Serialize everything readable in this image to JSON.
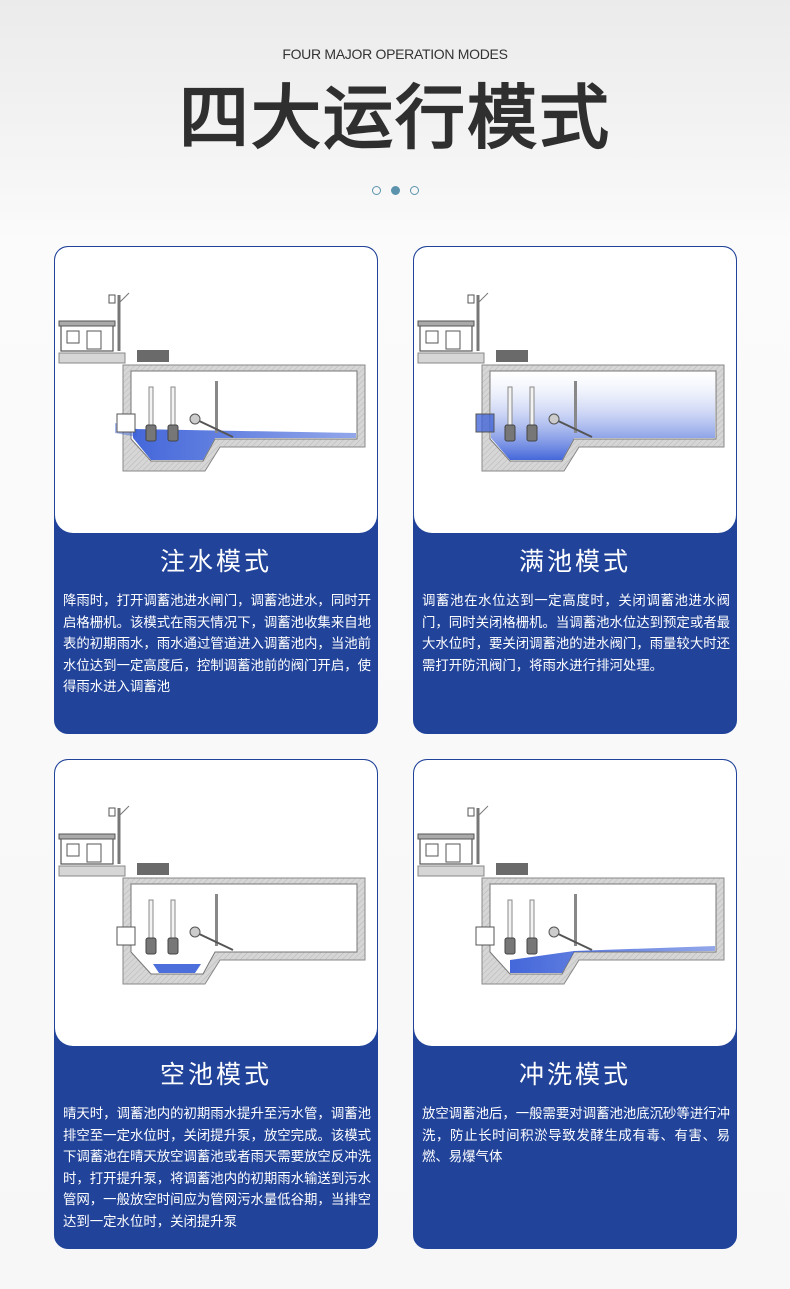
{
  "header": {
    "subtitle": "FOUR MAJOR OPERATION MODES",
    "title": "四大运行模式",
    "pagination": {
      "count": 3,
      "active_index": 1
    }
  },
  "colors": {
    "card_bg": "#21439a",
    "water": "#3a5fd8",
    "accent_dot": "#5b93ad"
  },
  "modes": [
    {
      "title": "注水模式",
      "description": "降雨时，打开调蓄池进水闸门，调蓄池进水，同时开启格栅机。该模式在雨天情况下，调蓄池收集来自地表的初期雨水，雨水通过管道进入调蓄池内，当池前水位达到一定高度后，控制调蓄池前的阀门开启，使得雨水进入调蓄池",
      "water_level": "low"
    },
    {
      "title": "满池模式",
      "description": "调蓄池在水位达到一定高度时，关闭调蓄池进水阀门，同时关闭格栅机。当调蓄池水位达到预定或者最大水位时，要关闭调蓄池的进水阀门，雨量较大时还需打开防汛阀门，将雨水进行排河处理。",
      "water_level": "full"
    },
    {
      "title": "空池模式",
      "description": "晴天时，调蓄池内的初期雨水提升至污水管，调蓄池排空至一定水位时，关闭提升泵，放空完成。该模式下调蓄池在晴天放空调蓄池或者雨天需要放空反冲洗时，打开提升泵，将调蓄池内的初期雨水输送到污水管网，一般放空时间应为管网污水量低谷期，当排空达到一定水位时，关闭提升泵",
      "water_level": "empty"
    },
    {
      "title": "冲洗模式",
      "description": "放空调蓄池后，一般需要对调蓄池池底沉砂等进行冲洗，防止长时间积淤导致发酵生成有毒、有害、易燃、易爆气体",
      "water_level": "flush"
    }
  ]
}
